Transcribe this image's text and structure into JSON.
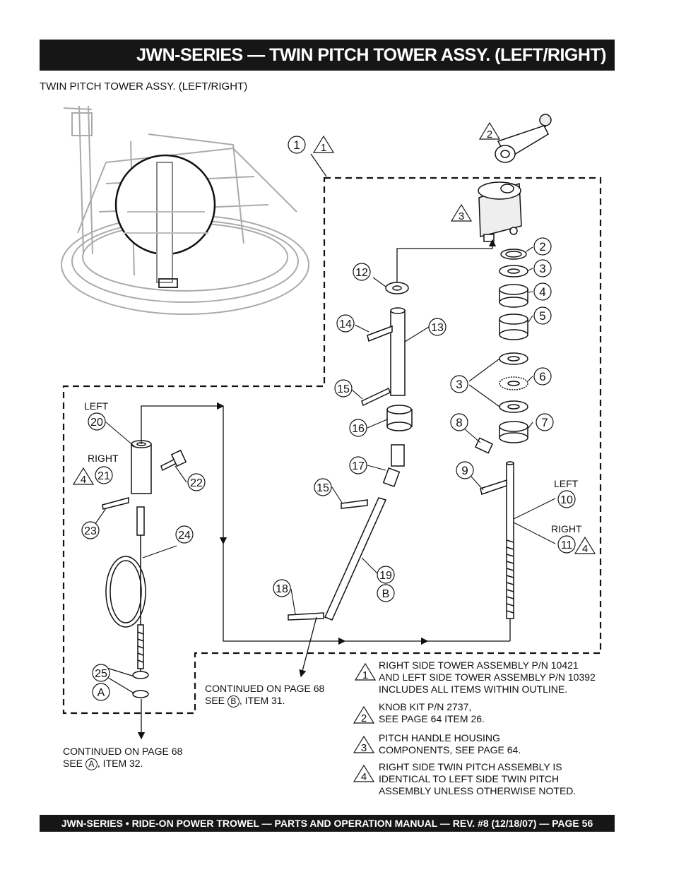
{
  "header": {
    "title": "JWN-SERIES — TWIN PITCH TOWER ASSY. (LEFT/RIGHT)"
  },
  "subtitle": "TWIN PITCH TOWER ASSY. (LEFT/RIGHT)",
  "callouts": {
    "c1": "1",
    "c2": "2",
    "c3": "3",
    "c4": "4",
    "c5": "5",
    "c6": "6",
    "c7": "7",
    "c8": "8",
    "c9": "9",
    "c10": "10",
    "c11": "11",
    "c12": "12",
    "c13": "13",
    "c14": "14",
    "c15": "15",
    "c16": "16",
    "c17": "17",
    "c18": "18",
    "c19": "19",
    "c20": "20",
    "c21": "21",
    "c22": "22",
    "c23": "23",
    "c24": "24",
    "c25": "25",
    "cA": "A",
    "cB": "B"
  },
  "labels": {
    "left": "LEFT",
    "right": "RIGHT"
  },
  "continued": {
    "b_line1": "CONTINUED ON PAGE 68",
    "b_see": "SEE",
    "b_ref": "B",
    "b_rest": ", ITEM 31.",
    "a_line1": "CONTINUED ON PAGE 68",
    "a_see": "SEE",
    "a_ref": "A",
    "a_rest": ", ITEM 32."
  },
  "notes": [
    {
      "num": "1",
      "text": "RIGHT SIDE TOWER ASSEMBLY P/N 10421\nAND LEFT SIDE TOWER ASSEMBLY P/N 10392\nINCLUDES ALL ITEMS WITHIN OUTLINE."
    },
    {
      "num": "2",
      "text": "KNOB KIT P/N 2737,\nSEE PAGE 64 ITEM 26."
    },
    {
      "num": "3",
      "text": "PITCH HANDLE HOUSING\nCOMPONENTS, SEE PAGE 64."
    },
    {
      "num": "4",
      "text": "RIGHT SIDE TWIN PITCH ASSEMBLY IS\nIDENTICAL TO LEFT SIDE TWIN PITCH\nASSEMBLY UNLESS OTHERWISE NOTED."
    }
  ],
  "footer": {
    "text": "JWN-SERIES • RIDE-ON POWER TROWEL — PARTS AND OPERATION MANUAL — REV. #8 (12/18/07) — PAGE 56"
  }
}
